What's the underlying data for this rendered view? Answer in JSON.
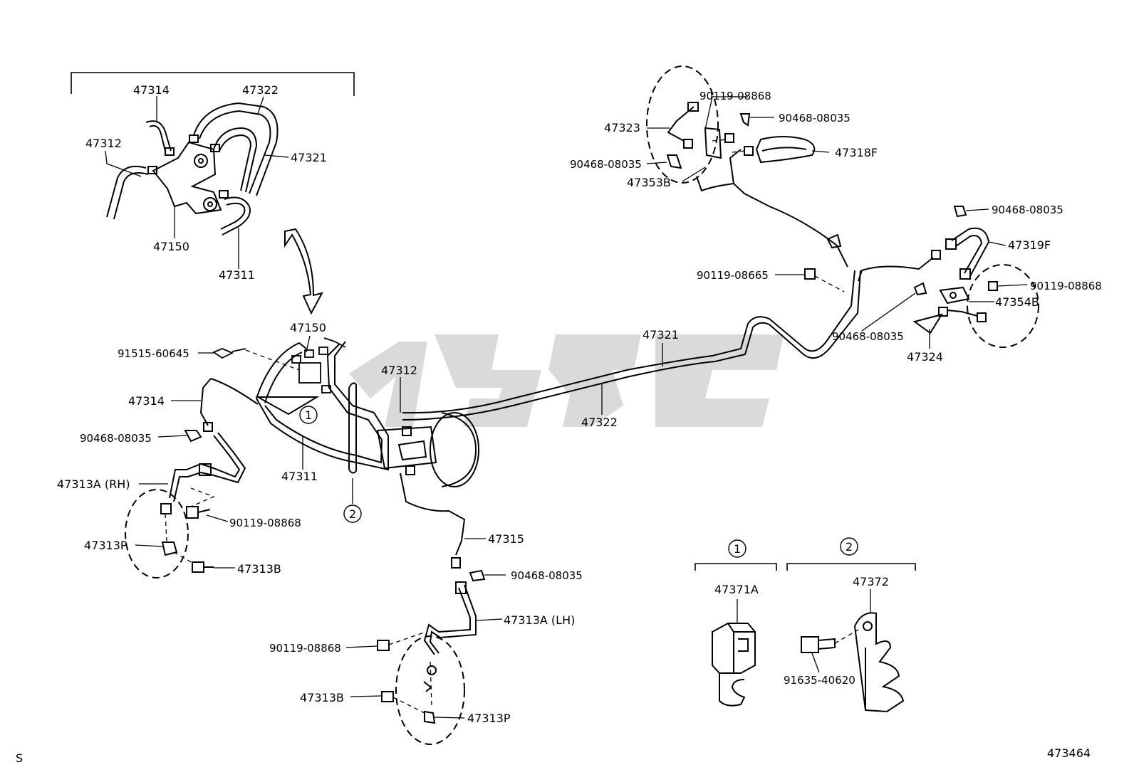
{
  "colors": {
    "line": "#000000",
    "watermark": "#bcbcbc",
    "background": "#ffffff"
  },
  "labels": {
    "p47314_top": "47314",
    "p47322_top": "47322",
    "p47312_top": "47312",
    "p47321_top": "47321",
    "p47150_top": "47150",
    "p47311_top": "47311",
    "p90119_08868_a": "90119-08868",
    "p90468_08035_a": "90468-08035",
    "p47323": "47323",
    "p90468_08035_b": "90468-08035",
    "p47318F": "47318F",
    "p47353B": "47353B",
    "p90468_08035_c": "90468-08035",
    "p47319F": "47319F",
    "p90119_08665": "90119-08665",
    "p90119_08868_b": "90119-08868",
    "p47354B": "47354B",
    "p90468_08035_d": "90468-08035",
    "p47324": "47324",
    "p47150_mid": "47150",
    "p91515_60645": "91515-60645",
    "p47321_mid": "47321",
    "p47312_mid": "47312",
    "p47314_mid": "47314",
    "p47322_mid": "47322",
    "p90468_08035_e": "90468-08035",
    "p47311_mid": "47311",
    "p47313A_RH": "47313A (RH)",
    "p90119_08868_c": "90119-08868",
    "p47313P_left": "47313P",
    "p47313B_left": "47313B",
    "p47315": "47315",
    "p90468_08035_f": "90468-08035",
    "p47313A_LH": "47313A (LH)",
    "p90119_08868_d": "90119-08868",
    "p47313B_bottom": "47313B",
    "p47313P_bottom": "47313P",
    "p47371A": "47371A",
    "p47372": "47372",
    "p91635_40620": "91635-40620",
    "circled_1_main": "1",
    "circled_2_main": "2",
    "circled_1_legend": "1",
    "circled_2_legend": "2",
    "corner_left": "S",
    "corner_right": "473464"
  }
}
